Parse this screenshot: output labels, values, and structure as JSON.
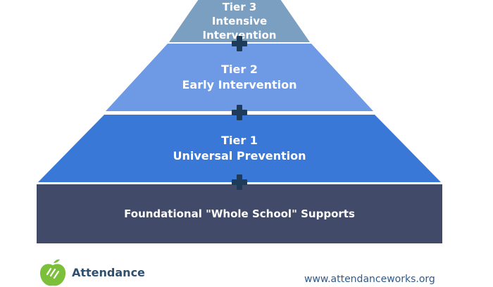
{
  "tiers": {
    "tier3": {
      "line1": "Tier 3",
      "line2": "Intensive",
      "line3": "Intervention"
    },
    "tier2": {
      "line1": "Tier 2",
      "line2": "Early Intervention"
    },
    "tier1": {
      "line1": "Tier 1",
      "line2": "Universal Prevention"
    },
    "foundation": {
      "label": "Foundational \"Whole School\" Supports"
    }
  },
  "colors": {
    "tier3": "#7a9fc1",
    "tier2": "#6d99e5",
    "tier1": "#3a78d8",
    "foundation": "#414a68",
    "plus": "#1e3c5a",
    "logo_green": "#7cbf3a"
  },
  "footer": {
    "brand": "Attendance",
    "url": "www.attendanceworks.org",
    "logo_icon": "apple-logo-icon"
  }
}
